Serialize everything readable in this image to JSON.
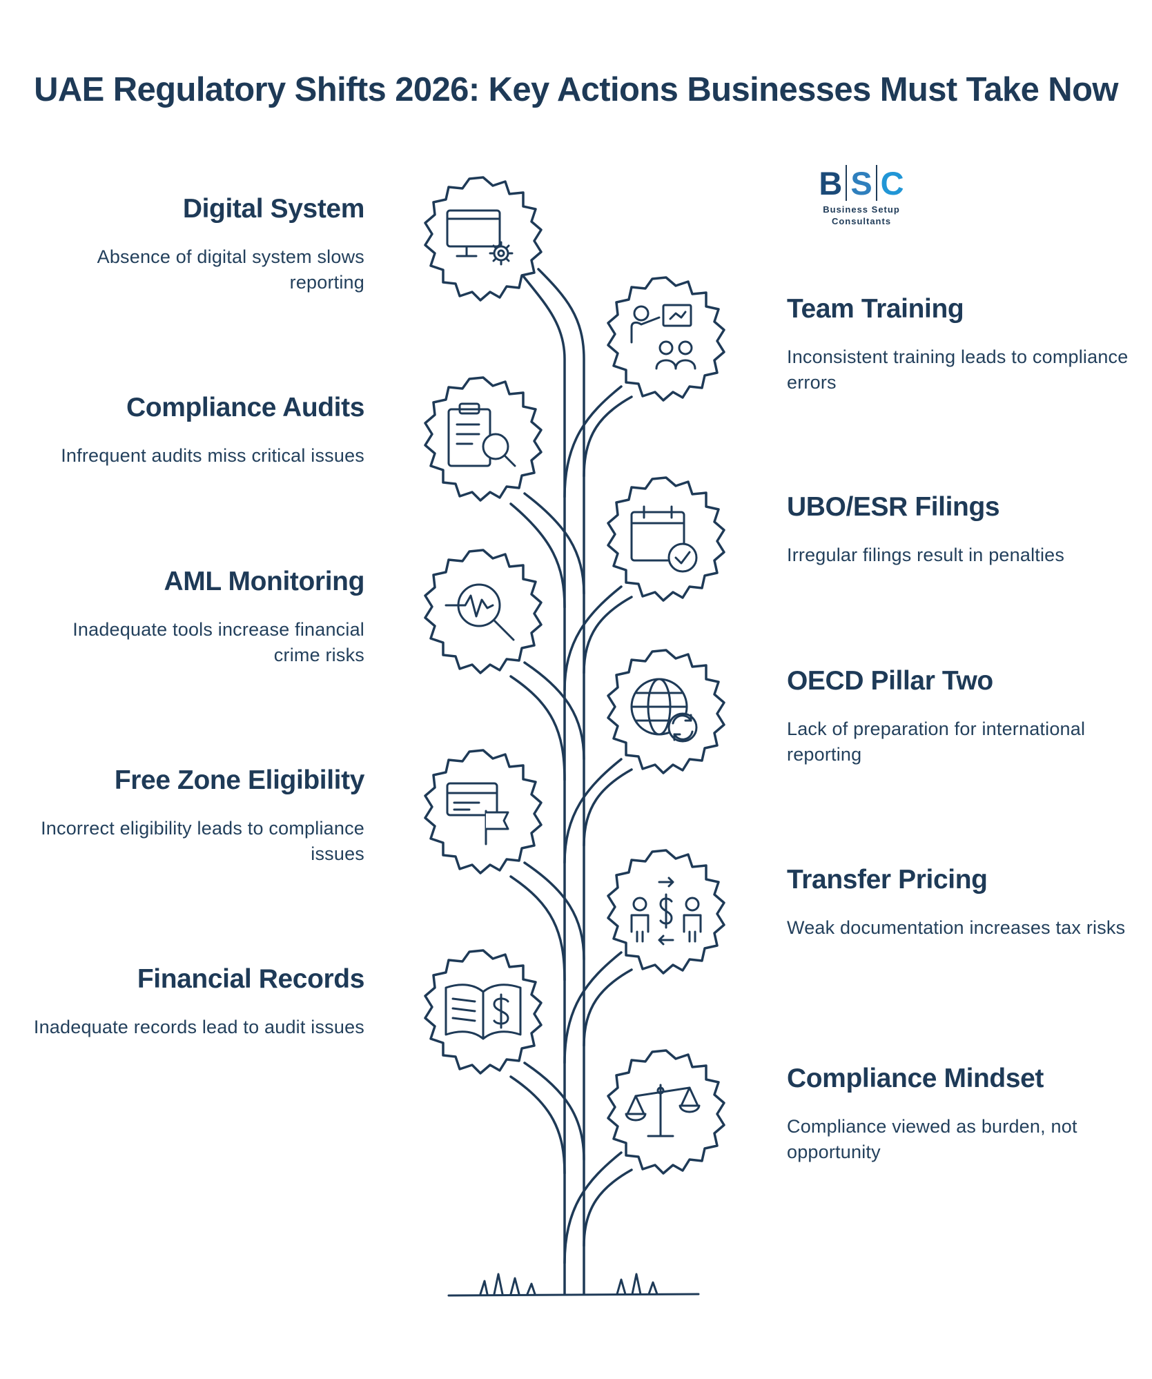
{
  "title": "UAE Regulatory Shifts 2026: Key Actions Businesses Must Take Now",
  "logo": {
    "letters": [
      "B",
      "S",
      "C"
    ],
    "line1": "Business Setup",
    "line2": "Consultants"
  },
  "colors": {
    "primary": "#1e3a57",
    "logo_b": "#1b4a78",
    "logo_s": "#2f7fbd",
    "logo_c": "#2196d6"
  },
  "left_items": [
    {
      "title": "Digital System",
      "text": "Absence of digital system slows reporting",
      "icon": "monitor-gear-icon"
    },
    {
      "title": "Compliance Audits",
      "text": "Infrequent audits miss critical issues",
      "icon": "clipboard-search-icon"
    },
    {
      "title": "AML Monitoring",
      "text": "Inadequate tools increase financial crime risks",
      "icon": "magnifier-pulse-icon"
    },
    {
      "title": "Free Zone Eligibility",
      "text": "Incorrect eligibility leads to compliance issues",
      "icon": "card-flag-icon"
    },
    {
      "title": "Financial Records",
      "text": "Inadequate records lead to audit issues",
      "icon": "ledger-dollar-icon"
    }
  ],
  "right_items": [
    {
      "title": "Team Training",
      "text": "Inconsistent training leads to compliance errors",
      "icon": "presenter-team-icon"
    },
    {
      "title": "UBO/ESR Filings",
      "text": "Irregular filings result in penalties",
      "icon": "calendar-check-icon"
    },
    {
      "title": "OECD Pillar Two",
      "text": "Lack of preparation for international reporting",
      "icon": "globe-refresh-icon"
    },
    {
      "title": "Transfer Pricing",
      "text": "Weak documentation increases tax risks",
      "icon": "people-exchange-icon"
    },
    {
      "title": "Compliance Mindset",
      "text": "Compliance viewed as burden, not opportunity",
      "icon": "balance-scale-icon"
    }
  ]
}
